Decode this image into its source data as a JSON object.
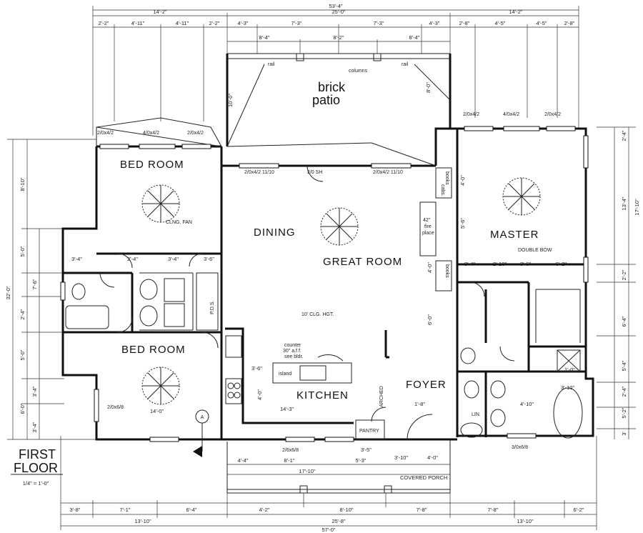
{
  "rooms": {
    "bedroom_top": "BED ROOM",
    "bedroom_bottom": "BED ROOM",
    "dining": "DINING",
    "great_room": "GREAT ROOM",
    "master": "MASTER",
    "kitchen": "KITCHEN",
    "foyer": "FOYER",
    "patio_line1": "brick",
    "patio_line2": "patio",
    "pantry": "PANTRY",
    "covered_porch": "COVERED PORCH",
    "island": "island",
    "fireplace_top": "42\"",
    "fireplace_mid": "fire",
    "fireplace_bot": "place",
    "books_left": "books",
    "books_right": "books",
    "cabs": "cabs.",
    "ceiling_note": "10' CLG. HGT.",
    "counter_note_1": "counter",
    "counter_note_2": "30\" a.f.f.",
    "counter_note_3": "see bldr.",
    "arched": "ARCHED",
    "columns": "columns",
    "rail_left": "rail",
    "rail_right": "rail",
    "fan_label": "CLNG. FAN",
    "pds": "P.D.S.",
    "double_bowl": "DOUBLE BOW",
    "lin": "LIN."
  },
  "title": {
    "line1": "FIRST",
    "line2": "FLOOR",
    "scale": "1/4\" = 1'-0\""
  },
  "section_marker": "A",
  "top_dims": {
    "overall": "53'-4\"",
    "left": "14'-2\"",
    "center": "25'-0\"",
    "right": "14'-2\"",
    "row3": [
      "2'-2\"",
      "4'-11\"",
      "4'-11\"",
      "2'-2\"",
      "4'-3\"",
      "7'-3\"",
      "7'-3\"",
      "4'-3\"",
      "2'-8\"",
      "4'-5\"",
      "4'-5\"",
      "2'-8\""
    ],
    "patio": [
      "8'-4\"",
      "8'-2\"",
      "8'-4\""
    ]
  },
  "bottom_dims": {
    "overall": "57'-0\"",
    "row2": [
      "13'-10\"",
      "25'-8\"",
      "13'-10\""
    ],
    "row1": [
      "3'-8\"",
      "7'-1\"",
      "6'-4\"",
      "4'-2\"",
      "8'-10\"",
      "7'-8\"",
      "7'-8\"",
      "6'-2\""
    ],
    "porch": [
      "4'-4\"",
      "8'-1\"",
      "5'-3\"",
      "17'-10\""
    ]
  },
  "left_dims": [
    "32'-0\"",
    "8'-10\"",
    "5'-0\"",
    "7'-6\"",
    "2'-4\"",
    "5'-0\"",
    "3'-4\"",
    "6'-0\"",
    "3'-4\""
  ],
  "right_dims": [
    "17'-10\"",
    "13'-4\"",
    "2'-4\"",
    "2'-2\"",
    "6'-4\"",
    "5'-4\"",
    "5'-2\"",
    "2'-4\"",
    "3'"
  ],
  "inner_dims": [
    "3'-4\"",
    "3'-4\"",
    "2'-4\"",
    "3'-6\"",
    "14'-0\"",
    "3'-6\"",
    "14'-3\"",
    "4'-0\"",
    "3'-4\"",
    "2'-10\"",
    "3'-6\"",
    "5'-2\"",
    "3'-10\"",
    "4'-10\"",
    "4'-0\"",
    "3'-10\"",
    "3'-5\"",
    "1'-8\"",
    "1'-0\"",
    "10'-0\"",
    "8'-0\"",
    "4'-0\"",
    "6'-0\"",
    "5'-6\"",
    "4'-0\""
  ],
  "window_notes": [
    "2/0x4/2",
    "4/0x4/2",
    "2/0x4/2",
    "2/0x4/2 11/10",
    "2/0 SH",
    "2/0x4/2 11/10",
    "2/0x4/2",
    "4/0x4/2",
    "2/0x4/2",
    "2/0x6/8",
    "2/6x6/8",
    "3/0x6/8"
  ]
}
